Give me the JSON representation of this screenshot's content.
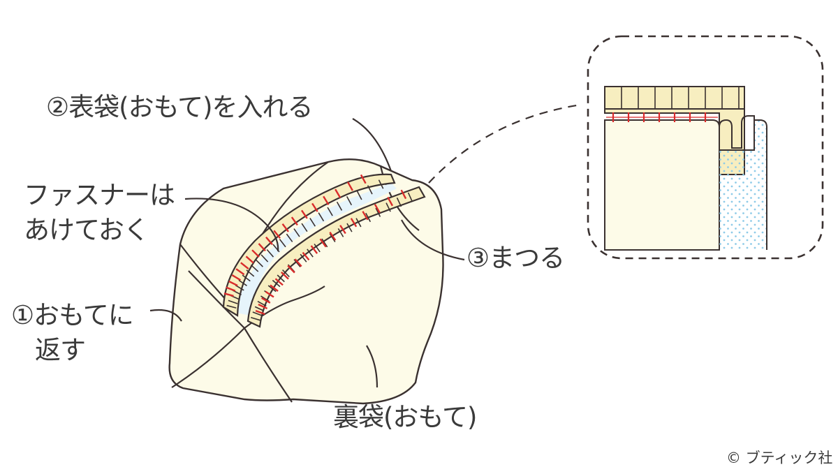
{
  "labels": {
    "insert_outer_bag": "②表袋(おもて)を入れる",
    "zipper_open_line1": "ファスナーは",
    "zipper_open_line2": "あけておく",
    "turn_right_side_line1": "①おもてに",
    "turn_right_side_line2": "返す",
    "whipstitch": "③まつる",
    "lining_right_side": "裏袋(おもて)"
  },
  "copyright": "© ブティック社",
  "colors": {
    "outline": "#3a3130",
    "fabric": "#fdfbe8",
    "zipper_tape": "#f7eec0",
    "stitch": "#d92b2b",
    "polka_dot": "#8fcbe8",
    "text": "#3a3a3a"
  }
}
